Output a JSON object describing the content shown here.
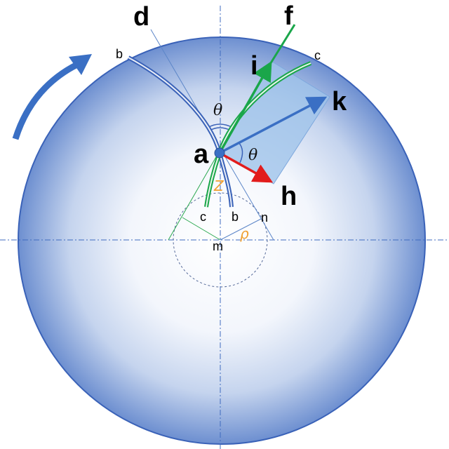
{
  "labels": {
    "a": "a",
    "b_top": "b",
    "b_inner": "b",
    "c_top": "c",
    "c_inner": "c",
    "d": "d",
    "f": "f",
    "h": "h",
    "i": "i",
    "k": "k",
    "m": "m",
    "n": "n",
    "theta_top": "θ",
    "theta_right": "θ",
    "z": "Z",
    "rho": "ρ"
  },
  "colors": {
    "disc_edge": "#3a62b8",
    "disc_center": "#ffffff",
    "green": "#1aa64a",
    "blue_arrow": "#3a6fc4",
    "red_arrow": "#e21c1c",
    "parallelogram": "#9fc3ea",
    "rho_label": "#f0a030"
  },
  "icons": {
    "rotation": "curved-arrow-clockwise-icon"
  }
}
